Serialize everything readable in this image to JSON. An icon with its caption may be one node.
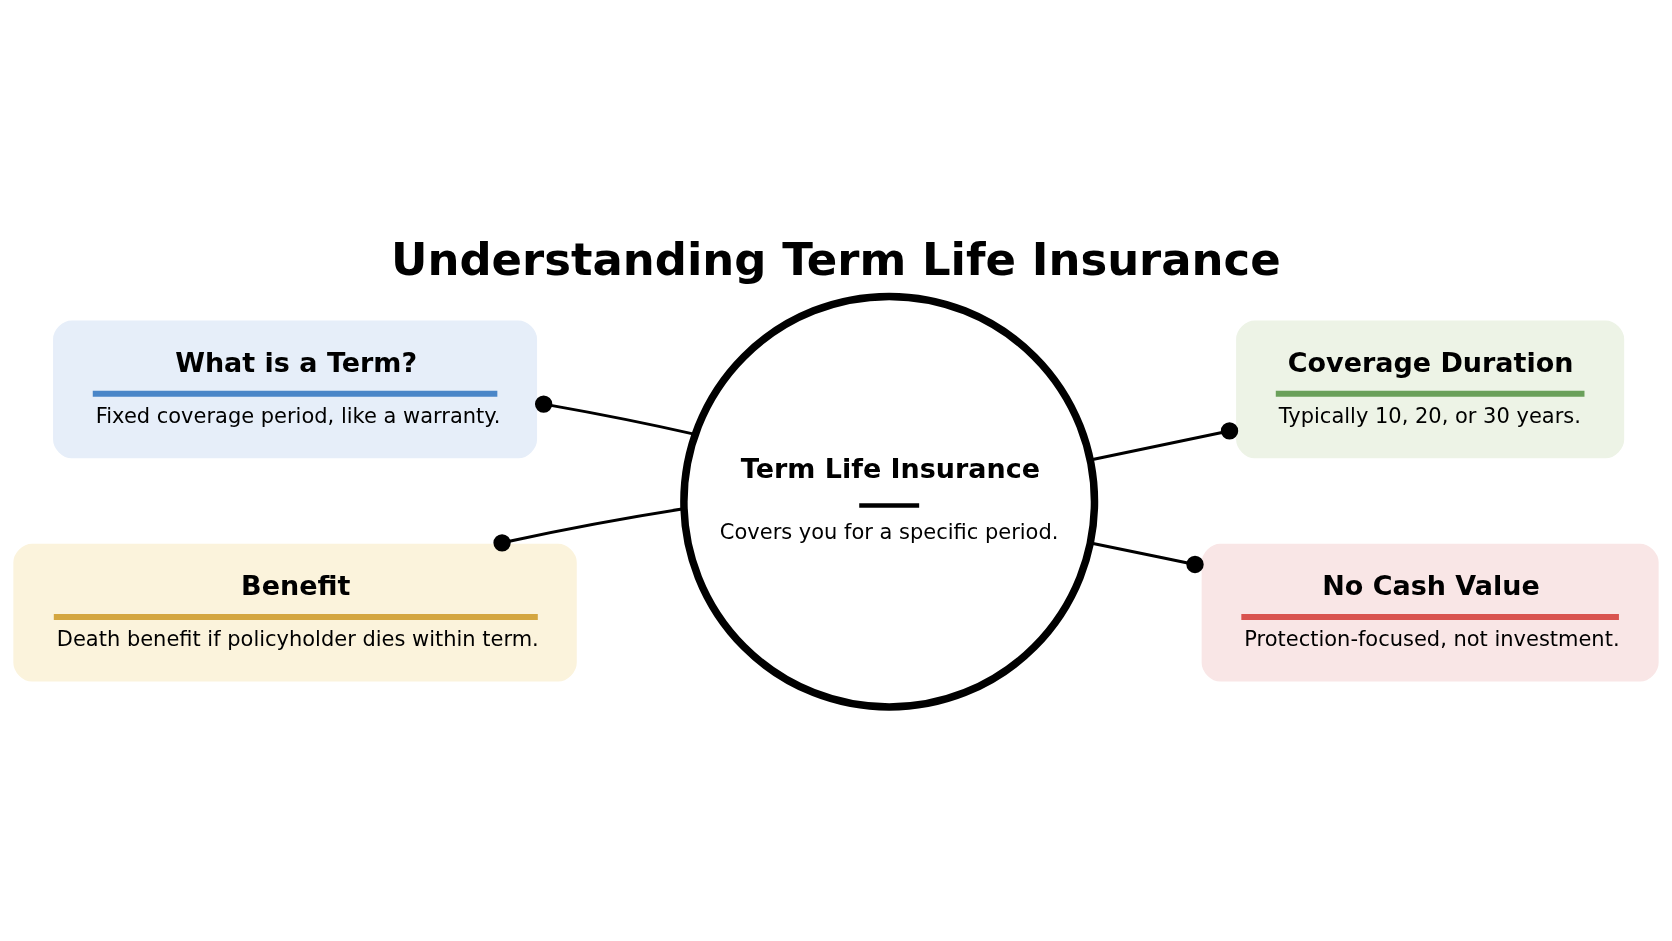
{
  "diagram": {
    "title": "Understanding Term Life Insurance",
    "nodes": [
      {
        "text": [
          "Term Life Insurance",
          "Covers you for a specific period."
        ]
      },
      {
        "text": [
          "What is a Term?",
          "Fixed coverage period, like a warranty."
        ]
      },
      {
        "text": [
          "Coverage Duration",
          "Typically 10, 20, or 30 years."
        ]
      },
      {
        "text": [
          "Benefit",
          "Death benefit if policyholder dies within term."
        ]
      },
      {
        "text": [
          "No Cash Value",
          "Protection-focused, not investment."
        ]
      }
    ],
    "edges": [
      {
        "from": 0,
        "to": 1,
        "arrow": "other"
      },
      {
        "from": 0,
        "to": 2,
        "arrow": "other"
      },
      {
        "from": 0,
        "to": 3,
        "arrow": "other"
      },
      {
        "from": 0,
        "to": 4,
        "arrow": "other"
      }
    ]
  }
}
